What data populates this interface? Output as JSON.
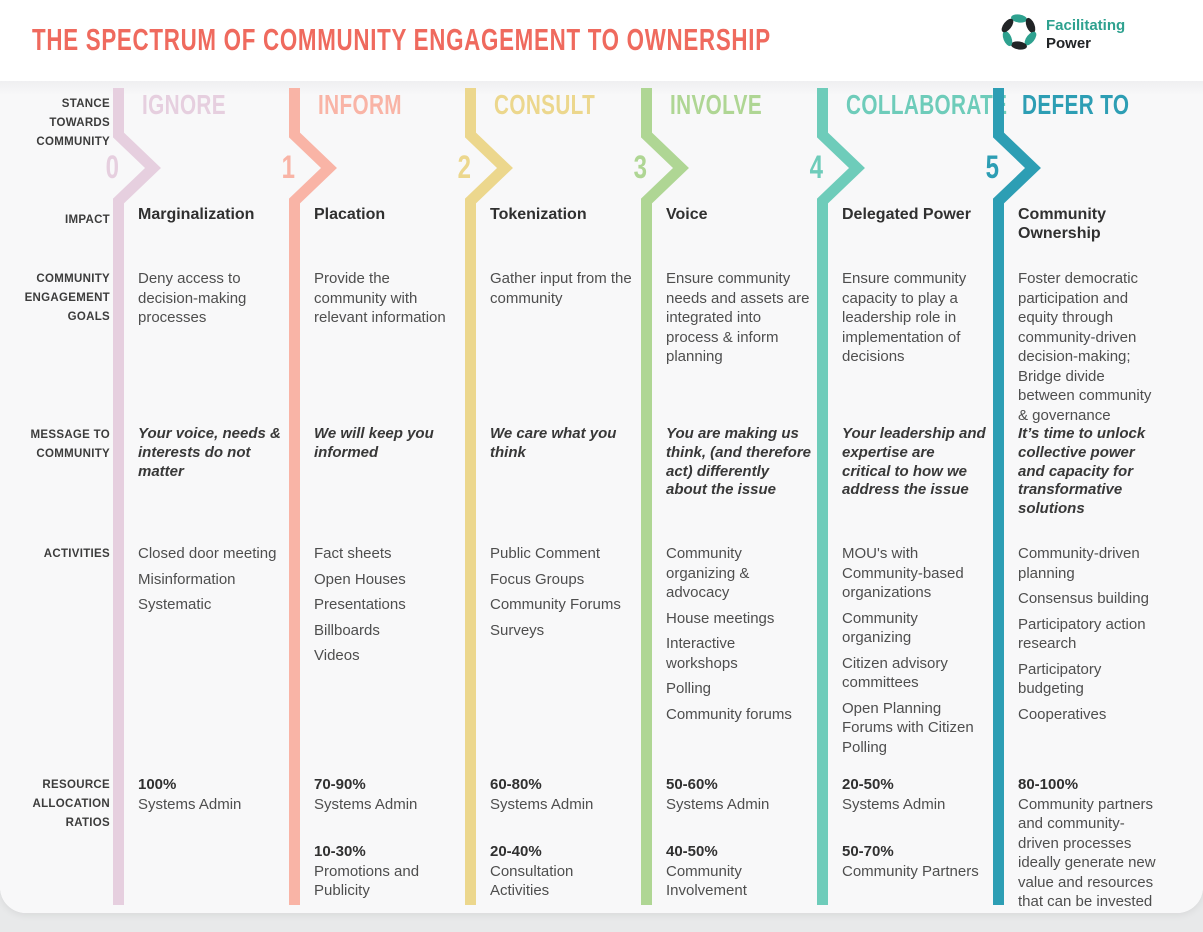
{
  "title": "THE SPECTRUM OF COMMUNITY ENGAGEMENT TO OWNERSHIP",
  "title_color": "#EF6A5E",
  "logo": {
    "line1": "Facilitating",
    "line2": "Power",
    "teal": "#2EA18F",
    "dark": "#212426"
  },
  "row_labels": {
    "stance": "STANCE\nTOWARDS\nCOMMUNITY",
    "impact": "IMPACT",
    "goals": "COMMUNITY\nENGAGEMENT\nGOALS",
    "message": "MESSAGE TO\nCOMMUNITY",
    "activities": "ACTIVITIES",
    "resources": "RESOURCE\nALLOCATION\nRATIOS"
  },
  "columns": [
    {
      "number": "0",
      "name": "IGNORE",
      "color": "#E6CFDF",
      "impact": "Marginalization",
      "goal": "Deny access to decision-making processes",
      "message": "Your voice, needs & interests do not matter",
      "activities": [
        "Closed door meeting",
        "Misinformation",
        "Systematic"
      ],
      "resources": [
        {
          "pct": "100%",
          "label": "Systems Admin"
        }
      ]
    },
    {
      "number": "1",
      "name": "INFORM",
      "color": "#F9B4A6",
      "impact": "Placation",
      "goal": "Provide the community with relevant information",
      "message": "We will keep you informed",
      "activities": [
        "Fact sheets",
        "Open Houses",
        "Presentations",
        "Billboards",
        "Videos"
      ],
      "resources": [
        {
          "pct": "70-90%",
          "label": "Systems Admin"
        },
        {
          "pct": "10-30%",
          "label": "Promotions and Publicity"
        }
      ]
    },
    {
      "number": "2",
      "name": "CONSULT",
      "color": "#ECD78D",
      "impact": "Tokenization",
      "goal": "Gather input from the community",
      "message": "We care what you think",
      "activities": [
        "Public Comment",
        "Focus Groups",
        "Community Forums",
        "Surveys"
      ],
      "resources": [
        {
          "pct": "60-80%",
          "label": "Systems Admin"
        },
        {
          "pct": "20-40%",
          "label": "Consultation Activities"
        }
      ]
    },
    {
      "number": "3",
      "name": "INVOLVE",
      "color": "#AFD694",
      "impact": "Voice",
      "goal": "Ensure community needs and assets are integrated into process & inform planning",
      "message": "You are making us think, (and therefore act) differently about the issue",
      "activities": [
        "Community organizing & advocacy",
        "House meetings",
        "Interactive workshops",
        "Polling",
        "Community forums"
      ],
      "resources": [
        {
          "pct": "50-60%",
          "label": "Systems Admin"
        },
        {
          "pct": "40-50%",
          "label": "Community Involvement"
        }
      ]
    },
    {
      "number": "4",
      "name": "COLLABORATE",
      "color": "#6ECCBA",
      "impact": "Delegated Power",
      "goal": "Ensure community capacity to play a leadership role in implementation of decisions",
      "message": "Your leadership and expertise are critical to how we address the issue",
      "activities": [
        "MOU's with Community-based organizations",
        "Community organizing",
        "Citizen advisory committees",
        "Open Planning Forums with Citizen Polling"
      ],
      "resources": [
        {
          "pct": "20-50%",
          "label": "Systems Admin"
        },
        {
          "pct": "50-70%",
          "label": "Community Partners"
        }
      ]
    },
    {
      "number": "5",
      "name": "DEFER TO",
      "color": "#2D9EB4",
      "impact": "Community Ownership",
      "goal": "Foster democratic participation and equity through community-driven decision-making; Bridge divide between community & governance",
      "message": "It’s time to unlock collective power and capacity for transformative solutions",
      "activities": [
        "Community-driven planning",
        "Consensus building",
        "Participatory action research",
        "Participatory budgeting",
        "Cooperatives"
      ],
      "resources": [
        {
          "pct": "80-100%",
          "label": "Community partners and community-driven processes ideally generate new value and resources that can be invested in solutions"
        }
      ]
    }
  ]
}
